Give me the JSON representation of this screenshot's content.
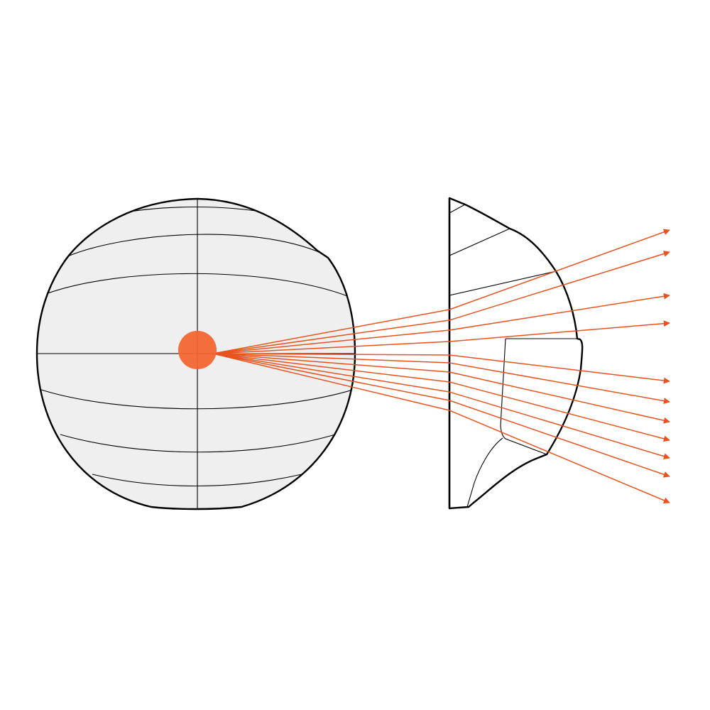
{
  "diagram": {
    "type": "light-source-with-faceted-reflector-optics",
    "colors": {
      "background": "#ffffff",
      "globe_fill": "#efefef",
      "outline": "#000000",
      "light_source": "#f26630",
      "ray": "#e8531f"
    },
    "components": [
      {
        "name": "faceted-globe",
        "role": "light-emitting sphere"
      },
      {
        "name": "light-source-dot",
        "role": "point light source"
      },
      {
        "name": "segmented-lens-profile",
        "role": "faceted optic cross-section"
      },
      {
        "name": "light-rays",
        "role": "outgoing rays with arrowheads"
      }
    ],
    "ray_count": 11
  }
}
